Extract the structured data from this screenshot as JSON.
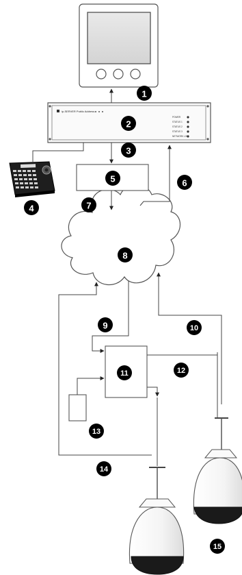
{
  "diagram": {
    "rack": {
      "title": "ip-SERVER Public Address",
      "indicators": [
        "POWER",
        "STATUS 1",
        "STATUS 2",
        "STATUS 3",
        "NETWORK LINK"
      ]
    },
    "callouts": [
      {
        "id": "1",
        "label": "1"
      },
      {
        "id": "2",
        "label": "2"
      },
      {
        "id": "3",
        "label": "3"
      },
      {
        "id": "4",
        "label": "4"
      },
      {
        "id": "5",
        "label": "5"
      },
      {
        "id": "6",
        "label": "6"
      },
      {
        "id": "7",
        "label": "7"
      },
      {
        "id": "8",
        "label": "8"
      },
      {
        "id": "9",
        "label": "9"
      },
      {
        "id": "10",
        "label": "10"
      },
      {
        "id": "11",
        "label": "11"
      },
      {
        "id": "12",
        "label": "12"
      },
      {
        "id": "13",
        "label": "13"
      },
      {
        "id": "14",
        "label": "14"
      },
      {
        "id": "15",
        "label": "15"
      }
    ]
  }
}
